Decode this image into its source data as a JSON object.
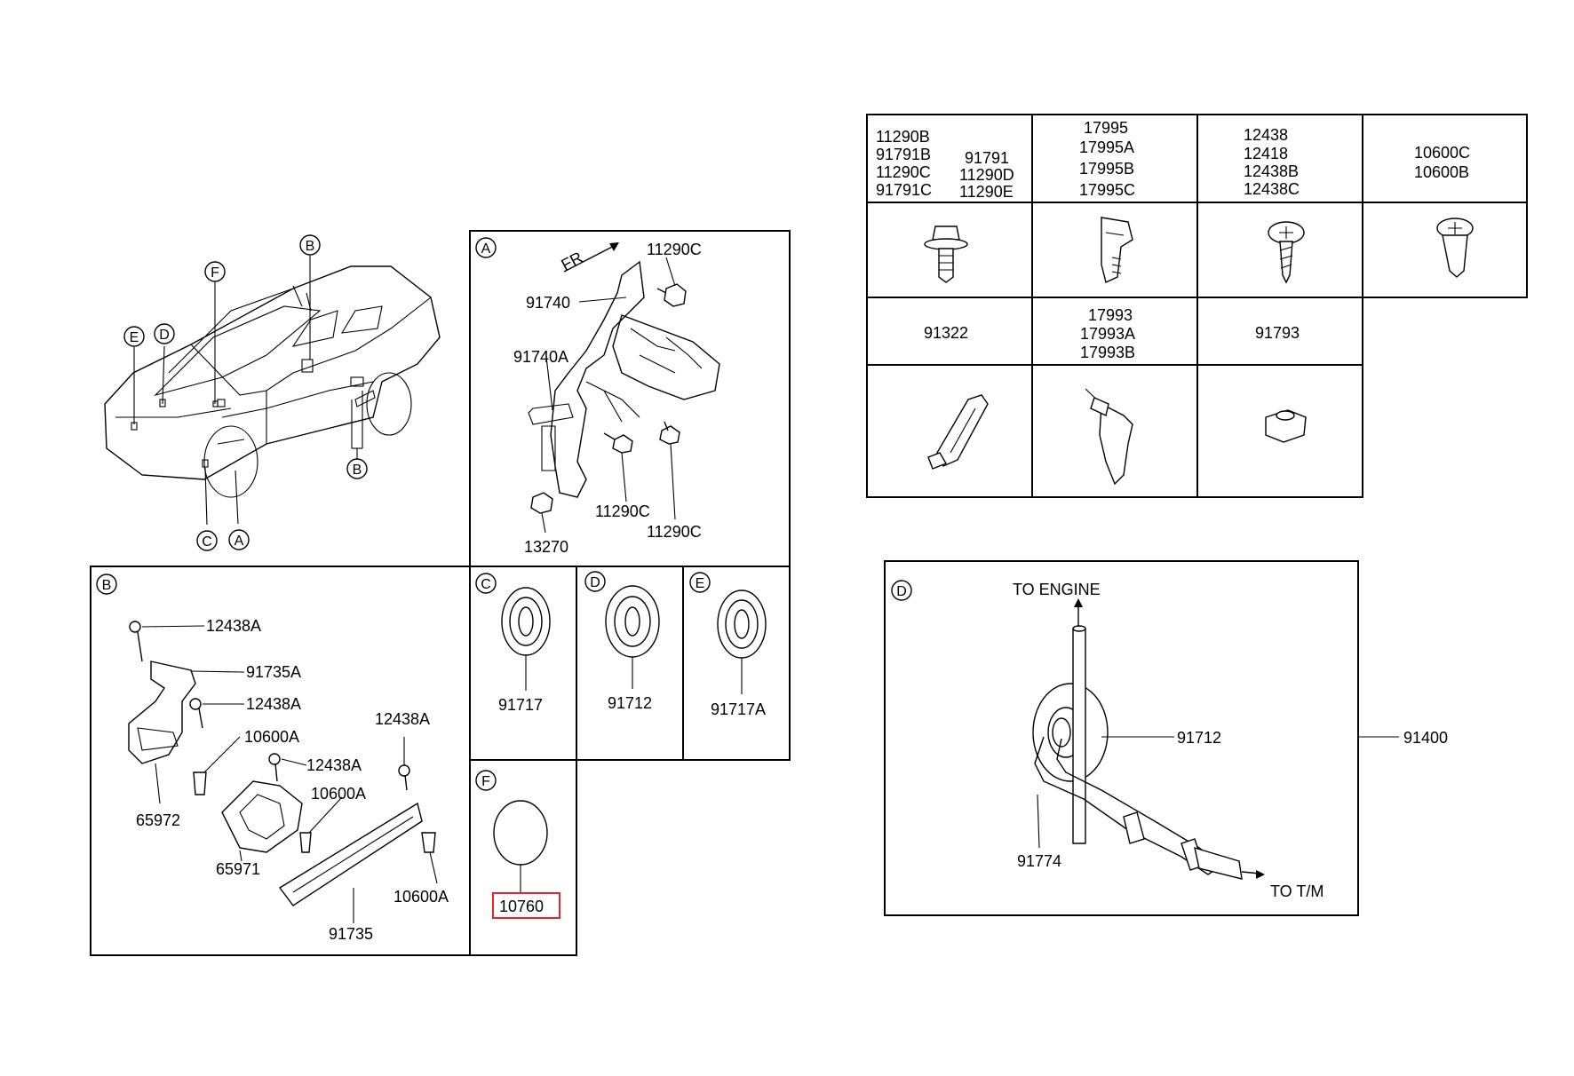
{
  "section_labels": {
    "A": "A",
    "B": "B",
    "C": "C",
    "D": "D",
    "E": "E",
    "F": "F"
  },
  "vehicle": {
    "callouts": [
      "E",
      "D",
      "F",
      "B",
      "B",
      "C",
      "A"
    ]
  },
  "detail_a": {
    "direction": "FR",
    "parts": [
      "11290C",
      "91740",
      "91740A",
      "11290C",
      "11290C",
      "13270"
    ]
  },
  "detail_b": {
    "parts": [
      "12438A",
      "91735A",
      "12438A",
      "10600A",
      "65972",
      "12438A",
      "12438A",
      "10600A",
      "65971",
      "91735",
      "10600A"
    ]
  },
  "detail_c": {
    "part": "91717"
  },
  "detail_d_small": {
    "part": "91712"
  },
  "detail_e": {
    "part": "91717A"
  },
  "detail_f": {
    "part": "10760",
    "highlight_color": "#e8232a"
  },
  "hardware_table": {
    "row1": [
      {
        "lines": [
          "11290B",
          "91791B",
          "11290C",
          "91791C"
        ],
        "lines2": [
          "91791",
          "11290D",
          "11290E"
        ]
      },
      {
        "lines": [
          "17995",
          "17995A",
          "17995B",
          "17995C"
        ]
      },
      {
        "lines": [
          "12438",
          "12418",
          "12438B",
          "12438C"
        ]
      },
      {
        "lines": [
          "10600C",
          "10600B"
        ]
      }
    ],
    "row3": [
      {
        "lines": [
          "91322"
        ]
      },
      {
        "lines": [
          "17993",
          "17993A",
          "17993B"
        ]
      },
      {
        "lines": [
          "91793"
        ]
      }
    ]
  },
  "detail_d_large": {
    "label_top": "TO ENGINE",
    "label_bottom": "TO T/M",
    "parts": [
      "91712",
      "91400",
      "91774"
    ]
  }
}
